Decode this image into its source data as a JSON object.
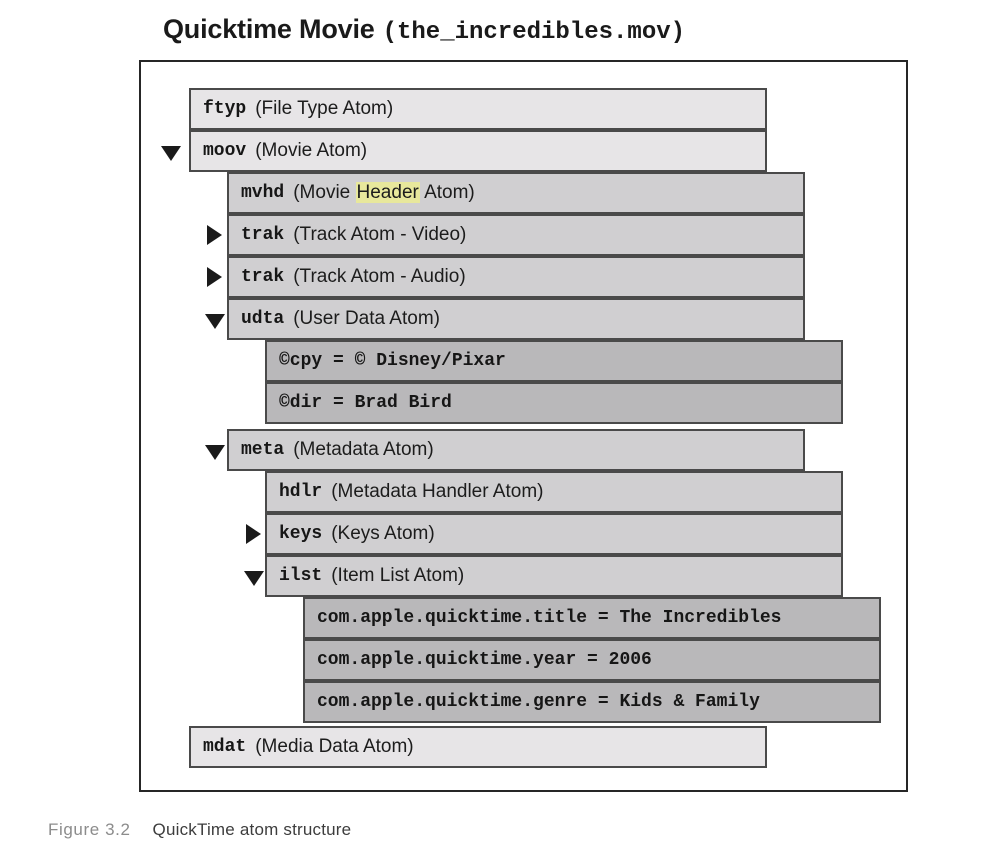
{
  "title": {
    "main": "Quicktime Movie",
    "file": "(the_incredibles.mov)"
  },
  "caption": {
    "label": "Figure 3.2",
    "text": "QuickTime atom structure"
  },
  "colors": {
    "level1_fill": "#e7e5e7",
    "level2_fill": "#d0cfd1",
    "level3_fill": "#b9b8ba",
    "border": "#4a4a4a",
    "frame": "#262626",
    "highlight": "#e8e89c",
    "caption_label": "#8c8c8c"
  },
  "tree": {
    "rows": [
      {
        "atom": "ftyp",
        "desc": "(File Type Atom)",
        "level": 1,
        "marker": "none"
      },
      {
        "atom": "moov",
        "desc": "(Movie Atom)",
        "level": 1,
        "marker": "expanded-triangle-down"
      },
      {
        "atom": "mvhd",
        "desc_before": "(Movie ",
        "desc_highlight": "Header",
        "desc_after": " Atom)",
        "desc": "(Movie Header Atom)",
        "level": 2,
        "marker": "none",
        "highlighted_word": "Header"
      },
      {
        "atom": "trak",
        "desc": "(Track Atom - Video)",
        "level": 2,
        "marker": "collapsed-triangle-right"
      },
      {
        "atom": "trak",
        "desc": "(Track Atom - Audio)",
        "level": 2,
        "marker": "collapsed-triangle-right"
      },
      {
        "atom": "udta",
        "desc": "(User Data Atom)",
        "level": 2,
        "marker": "expanded-triangle-down"
      },
      {
        "kv": "©cpy = © Disney/Pixar",
        "level": 3,
        "marker": "none"
      },
      {
        "kv": "©dir = Brad Bird",
        "level": 3,
        "marker": "none"
      },
      {
        "atom": "meta",
        "desc": "(Metadata Atom)",
        "level": 2,
        "marker": "expanded-triangle-down"
      },
      {
        "atom": "hdlr",
        "desc": "(Metadata Handler Atom)",
        "level": 3,
        "marker": "none"
      },
      {
        "atom": "keys",
        "desc": "(Keys Atom)",
        "level": 3,
        "marker": "collapsed-triangle-right"
      },
      {
        "atom": "ilst",
        "desc": "(Item List Atom)",
        "level": 3,
        "marker": "expanded-triangle-down"
      },
      {
        "kv": "com.apple.quicktime.title = The Incredibles",
        "level": 4,
        "marker": "none"
      },
      {
        "kv": "com.apple.quicktime.year = 2006",
        "level": 4,
        "marker": "none"
      },
      {
        "kv": "com.apple.quicktime.genre = Kids & Family",
        "level": 4,
        "marker": "none"
      },
      {
        "atom": "mdat",
        "desc": "(Media Data Atom)",
        "level": 1,
        "marker": "none"
      }
    ]
  }
}
